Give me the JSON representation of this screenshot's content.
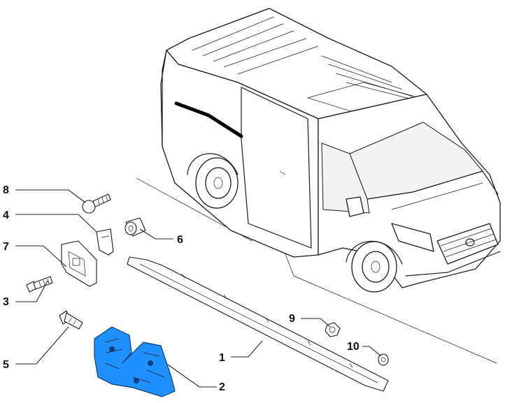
{
  "diagram": {
    "highlight_color": "#1e90ff",
    "accent_line_color": "#000000",
    "callouts": [
      {
        "id": "p1",
        "label": "1"
      },
      {
        "id": "p2",
        "label": "2"
      },
      {
        "id": "p3",
        "label": "3"
      },
      {
        "id": "p4",
        "label": "4"
      },
      {
        "id": "p5",
        "label": "5"
      },
      {
        "id": "p6",
        "label": "6"
      },
      {
        "id": "p7",
        "label": "7"
      },
      {
        "id": "p8",
        "label": "8"
      },
      {
        "id": "p9",
        "label": "9"
      },
      {
        "id": "p10",
        "label": "10"
      }
    ]
  }
}
